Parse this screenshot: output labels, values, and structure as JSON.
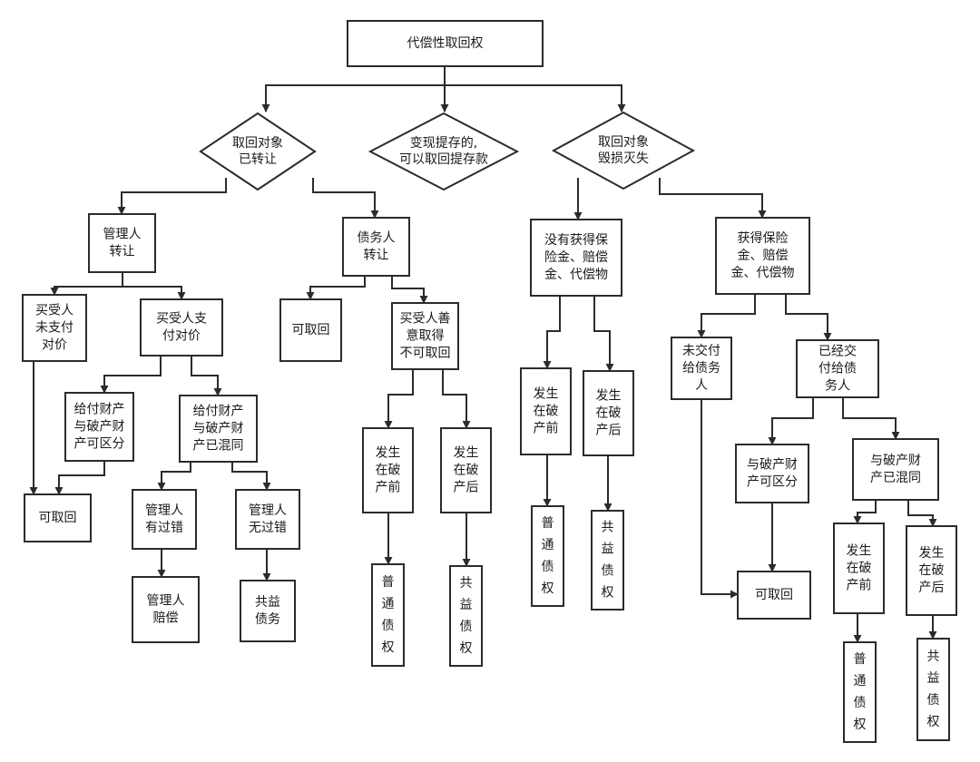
{
  "diagram": {
    "nodes": {
      "root": [
        "代偿性取回权"
      ],
      "d1": [
        "取回对象",
        "已转让"
      ],
      "d2": [
        "变现提存的,",
        "可以取回提存款"
      ],
      "d3": [
        "取回对象",
        "毁损灭失"
      ],
      "n_gl": [
        "管理人",
        "转让"
      ],
      "n_zw": [
        "债务人",
        "转让"
      ],
      "n_mwzf": [
        "买受人",
        "未支付",
        "对价"
      ],
      "n_mzf": [
        "买受人支",
        "付对价"
      ],
      "n_kqf": [
        "给付财产",
        "与破产财",
        "产可区分"
      ],
      "n_yhs": [
        "给付财产",
        "与破产财",
        "产已混同"
      ],
      "n_kqh1": [
        "可取回"
      ],
      "n_ygc": [
        "管理人",
        "有过错"
      ],
      "n_wgc": [
        "管理人",
        "无过错"
      ],
      "n_glpc": [
        "管理人",
        "赔偿"
      ],
      "n_gyzw": [
        "共益",
        "债务"
      ],
      "n_kqh2": [
        "可取回"
      ],
      "n_sy": [
        "买受人善",
        "意取得",
        "不可取回"
      ],
      "n_sy_q": [
        "发生",
        "在破",
        "产前"
      ],
      "n_sy_h": [
        "发生",
        "在破",
        "产后"
      ],
      "n_sy_pt": [
        "普",
        "通",
        "债",
        "权"
      ],
      "n_sy_gy": [
        "共",
        "益",
        "债",
        "权"
      ],
      "n_myhd": [
        "没有获得保",
        "险金、赔偿",
        "金、代偿物"
      ],
      "n_myhd_q": [
        "发生",
        "在破",
        "产前"
      ],
      "n_myhd_h": [
        "发生",
        "在破",
        "产后"
      ],
      "n_myhd_pt": [
        "普",
        "通",
        "债",
        "权"
      ],
      "n_myhd_gy": [
        "共",
        "益",
        "债",
        "权"
      ],
      "n_hd": [
        "获得保险",
        "金、赔偿",
        "金、代偿物"
      ],
      "n_wjf": [
        "未交付",
        "给债务",
        "人"
      ],
      "n_yjf": [
        "已经交",
        "付给债",
        "务人"
      ],
      "n_yjf_kq": [
        "与破产财",
        "产可区分"
      ],
      "n_yjf_hs": [
        "与破产财",
        "产已混同"
      ],
      "n_kqh3": [
        "可取回"
      ],
      "n_hs_q": [
        "发生",
        "在破",
        "产前"
      ],
      "n_hs_h": [
        "发生",
        "在破",
        "产后"
      ],
      "n_hs_pt": [
        "普",
        "通",
        "债",
        "权"
      ],
      "n_hs_gy": [
        "共",
        "益",
        "债",
        "权"
      ]
    }
  }
}
